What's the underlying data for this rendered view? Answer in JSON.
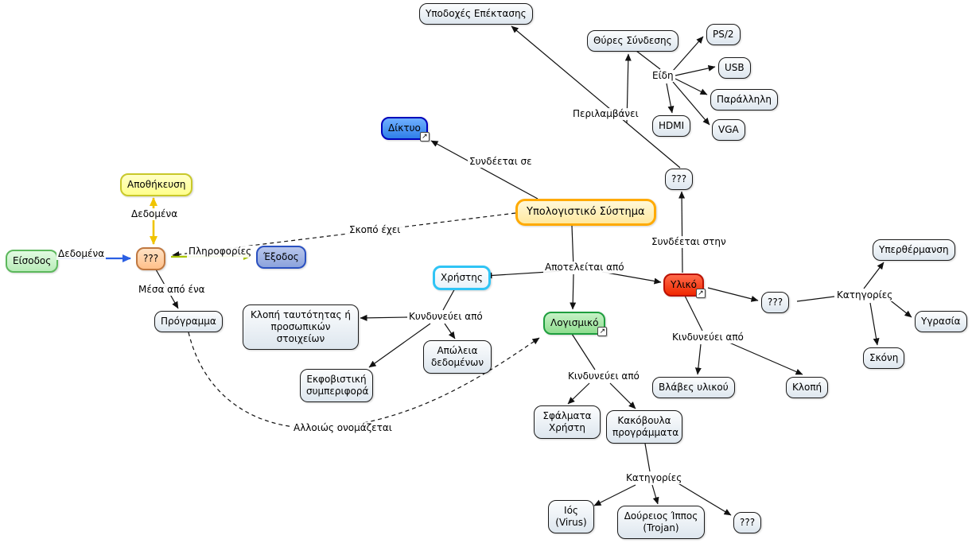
{
  "nodes": {
    "expansion_slots": "Υποδοχές Επέκτασης",
    "connection_ports": "Θύρες Σύνδεσης",
    "ps2": "PS/2",
    "usb": "USB",
    "parallel": "Παράλληλη",
    "hdmi": "HDMI",
    "vga": "VGA",
    "network": "Δίκτυο",
    "unknown_top": "???",
    "computer_system": "Υπολογιστικό Σύστημα",
    "storage": "Αποθήκευση",
    "input": "Είσοδος",
    "unknown_process": "???",
    "output": "Έξοδος",
    "program": "Πρόγραμμα",
    "user": "Χρήστης",
    "hardware": "Υλικό",
    "identity_theft": "Κλοπή ταυτότητας ή προσωπικών στοιχείων",
    "data_loss": "Απώλεια δεδομένων",
    "bullying": "Εκφοβιστική συμπεριφορά",
    "software": "Λογισμικό",
    "unknown_mid": "???",
    "overheating": "Υπερθέρμανση",
    "humidity": "Υγρασία",
    "dust": "Σκόνη",
    "hardware_damage": "Βλάβες υλικού",
    "theft": "Κλοπή",
    "user_errors": "Σφάλματα Χρήστη",
    "malware": "Κακόβουλα προγράμματα",
    "virus": "Ιός (Virus)",
    "trojan": "Δούρειος Ίππος (Trojan)",
    "unknown_bottom": "???"
  },
  "links": {
    "includes": "Περιλαμβάνει",
    "kinds": "Είδη",
    "connects_to": "Συνδέεται σε",
    "connects_to_the": "Συνδέεται στην",
    "consists_of": "Αποτελείται από",
    "has_purpose": "Σκοπό έχει",
    "data_vertical": "Δεδομένα",
    "data_horizontal": "Δεδομένα",
    "information": "Πληροφορίες",
    "through_a": "Μέσα από ένα",
    "user_threatened_by": "Κυνδυνεύει από",
    "software_threatened_by": "Κινδυνεύει από",
    "hardware_threatened_by": "Κινδυνεύει από",
    "malware_categories": "Κατηγορίες",
    "hardware_categories": "Κατηγορίες",
    "otherwise_named": "Αλλοιώς ονομάζεται"
  },
  "icons": {
    "resource_link": "↗"
  },
  "colors": {
    "node_default_fill": "#e3eaf1",
    "node_border": "#1a1a1a",
    "network_fill": "#3f8cff",
    "network_border": "#0000bb",
    "computer_system_fill": "#ffeda6",
    "computer_system_border": "#ffaa00",
    "storage_fill": "#ffff9c",
    "storage_border": "#c8c82a",
    "input_fill": "#c8f0c8",
    "input_border": "#5cb85c",
    "process_fill": "#ffcc99",
    "process_border": "#c07840",
    "output_fill": "#9db0e0",
    "output_border": "#2a50c0",
    "user_border": "#2fc4f5",
    "hardware_fill": "#ff3d20",
    "hardware_border": "#bb1100",
    "software_fill": "#a3e8a3",
    "software_border": "#1e9e3e",
    "arrow_blue": "#2b5fe3",
    "arrow_gold": "#f0c400",
    "arrow_green": "#a8c400",
    "edge_black": "#111111"
  }
}
